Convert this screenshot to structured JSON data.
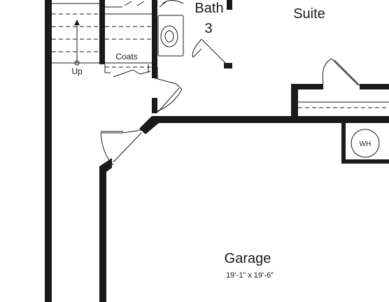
{
  "rooms": {
    "bath": {
      "name": "Bath",
      "number": "3"
    },
    "suite": {
      "name": "Suite"
    },
    "coats": {
      "name": "Coats"
    },
    "stairs": {
      "direction": "Up"
    },
    "water_heater": {
      "label": "WH"
    },
    "garage": {
      "name": "Garage",
      "dimensions": "19’-1” x 19’-6”"
    }
  },
  "colors": {
    "line": "#1a1a1a",
    "background": "#ffffff"
  }
}
